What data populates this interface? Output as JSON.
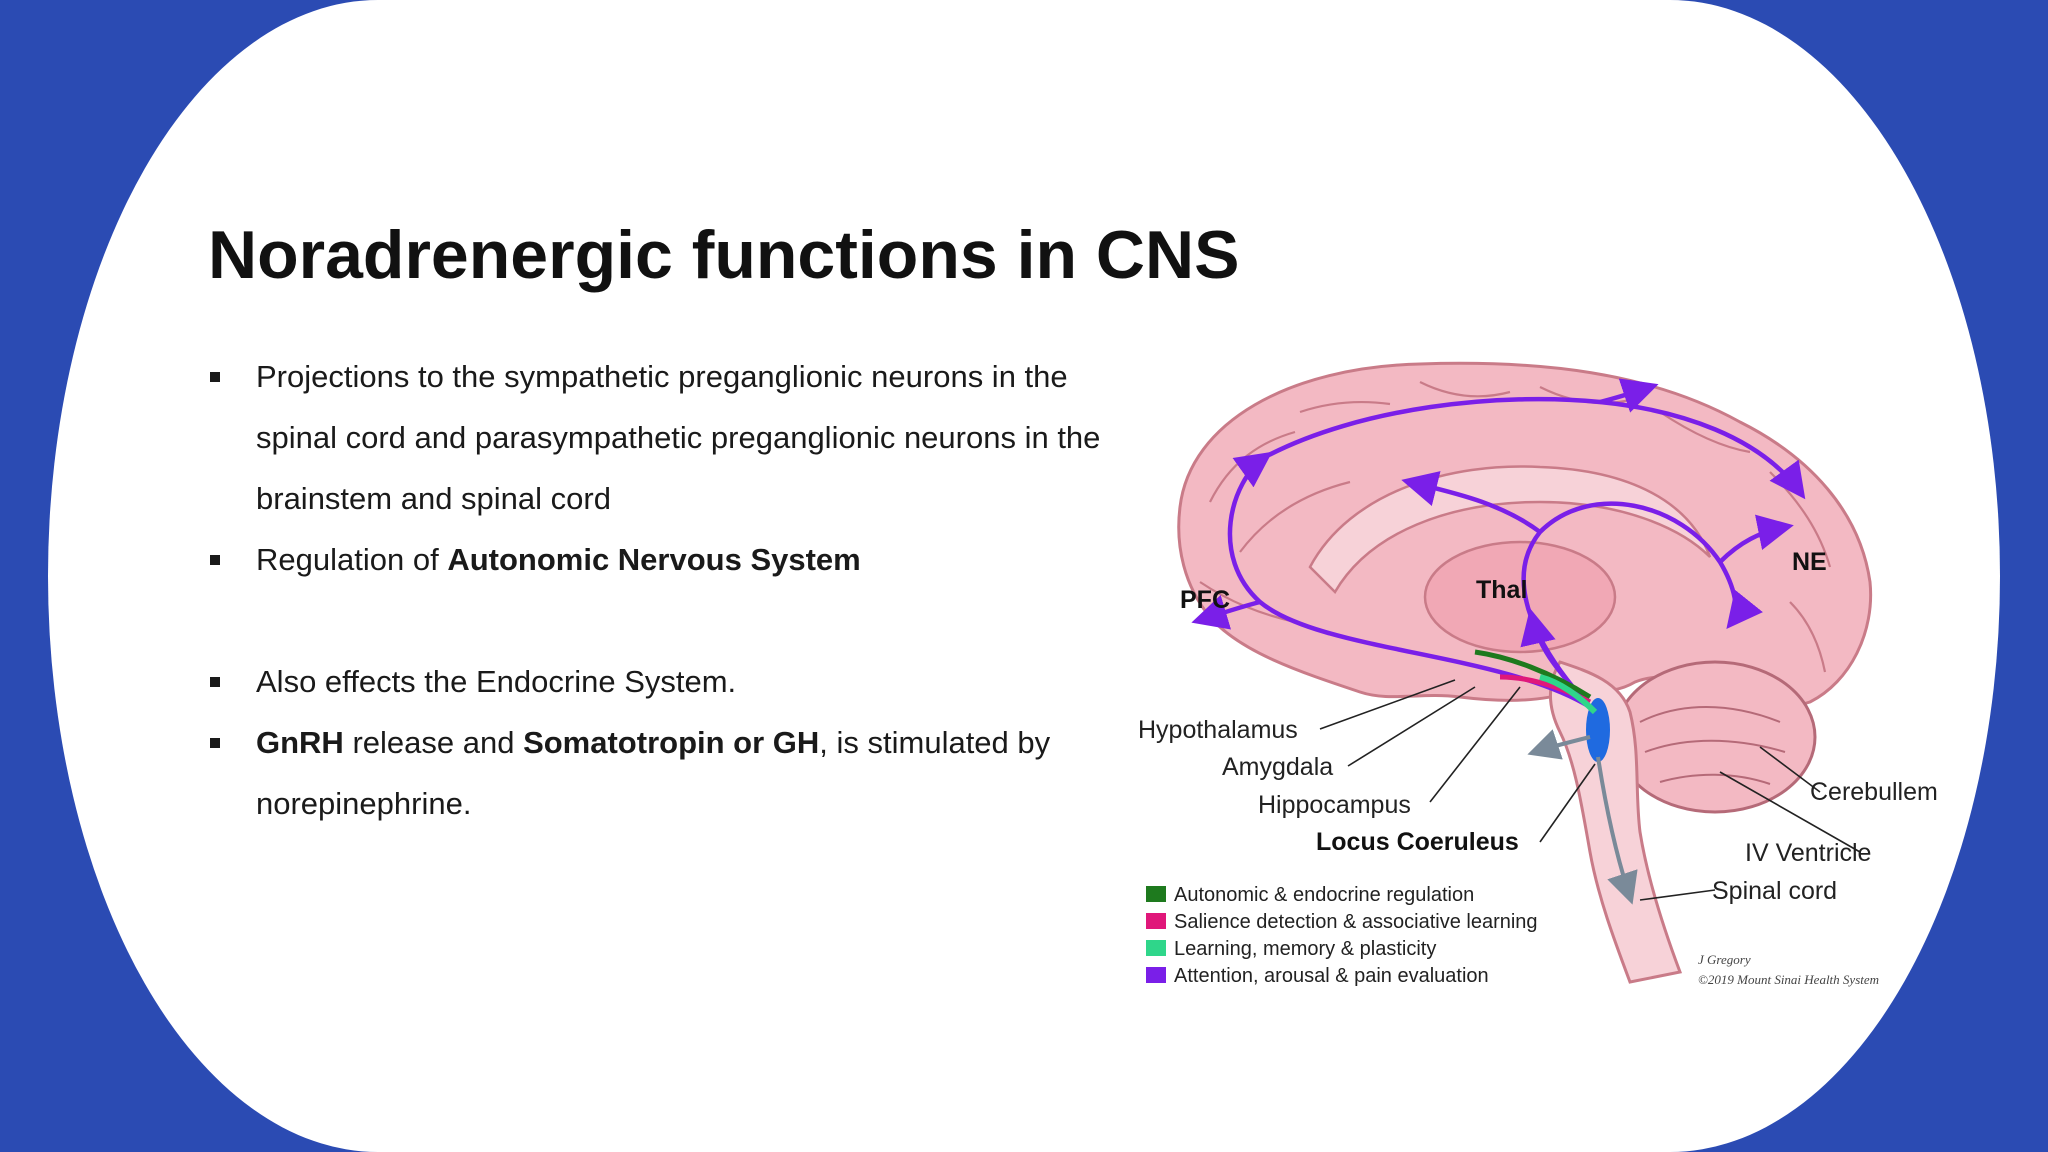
{
  "slide": {
    "title": "Noradrenergic functions in CNS",
    "bullets": [
      {
        "pre": "Projections to the sympathetic preganglionic neurons in the spinal cord and parasympathetic preganglionic neurons in the brainstem and spinal cord"
      },
      {
        "pre": "Regulation of ",
        "b1": "Autonomic Nervous System"
      },
      {
        "pre": "Also effects the Endocrine System."
      },
      {
        "b0": "GnRH",
        "pre": " release and ",
        "b1": "Somatotropin or GH",
        "post": ", is stimulated by norepinephrine."
      }
    ]
  },
  "figure": {
    "labels": {
      "pfc": "PFC",
      "thal": "Thal",
      "ne": "NE",
      "hypothalamus": "Hypothalamus",
      "amygdala": "Amygdala",
      "hippocampus": "Hippocampus",
      "locus": "Locus Coeruleus",
      "cerebellum": "Cerebullem",
      "iv_ventricle": "IV Ventricle",
      "spinal_cord": "Spinal cord"
    },
    "legend": [
      {
        "label": "Autonomic & endocrine regulation",
        "color": "#1e7a1e"
      },
      {
        "label": "Salience detection & associative learning",
        "color": "#e0177a"
      },
      {
        "label": "Learning, memory & plasticity",
        "color": "#2fd68a"
      },
      {
        "label": "Attention, arousal & pain evaluation",
        "color": "#7a1fe8"
      }
    ],
    "credit_1": "J Gregory",
    "credit_2": "©2019 Mount Sinai Health System"
  },
  "colors": {
    "background": "#2b4bb3",
    "brain": "#f3b9c3",
    "pathway": "#7a1fe8"
  }
}
